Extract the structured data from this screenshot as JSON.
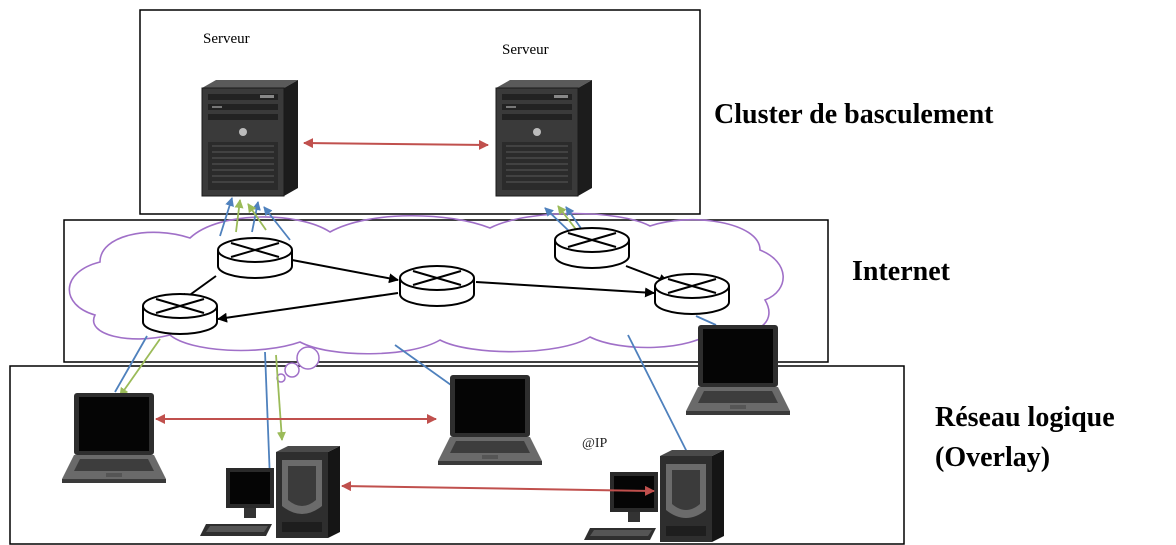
{
  "servers": [
    {
      "label": "Serveur"
    },
    {
      "label": "Serveur"
    }
  ],
  "layers": {
    "cluster": {
      "title": "Cluster de basculement"
    },
    "internet": {
      "title": "Internet"
    },
    "overlay": {
      "title_line1": "Réseau logique",
      "title_line2": "(Overlay)"
    }
  },
  "ip_label": "@IP",
  "colors": {
    "peer_link": "#c0504d",
    "network_link": "#4f81bd",
    "green_link": "#9bbb59",
    "cloud_outline": "#a070c8",
    "router_link": "#000000"
  },
  "icons": {
    "server": "server-tower-icon",
    "router": "router-icon",
    "laptop": "laptop-icon",
    "desktop": "desktop-computer-icon",
    "cloud": "cloud-shape",
    "thought_bubble": "thought-bubble-icon"
  }
}
